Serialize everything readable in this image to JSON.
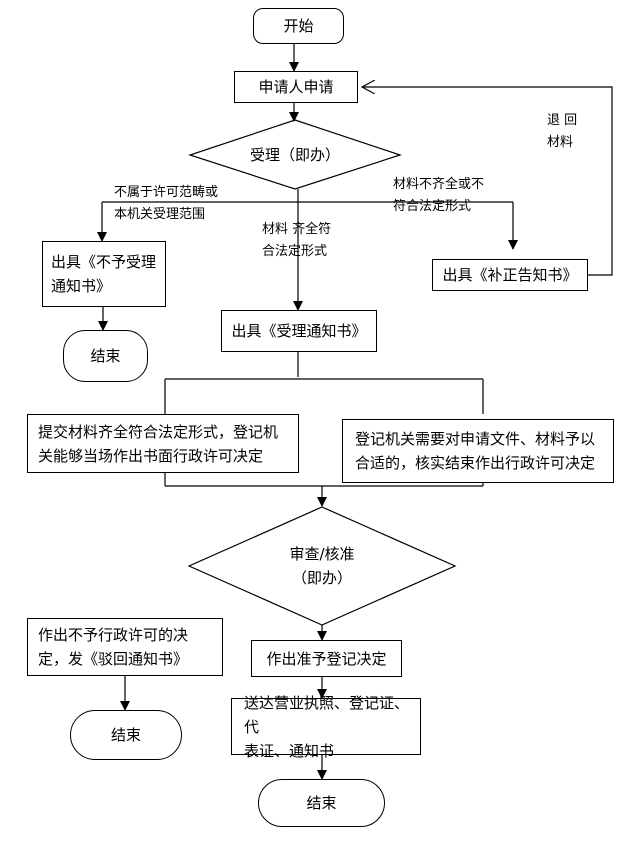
{
  "nodes": {
    "start": "开始",
    "apply": "申请人申请",
    "accept": "受理（即办）",
    "reject_notice": "出具《不予受理\n通知书》",
    "end1": "结束",
    "supplement": "出具《补正告知书》",
    "accept_notice": "出具《受理通知书》",
    "decide_on_site": "提交材料齐全符合法定形式，登记机\n关能够当场作出书面行政许可决定",
    "verify": "登记机关需要对申请文件、材料予以\n合适的，核实结束作出行政许可决定",
    "review": "审查/核准\n（即办）",
    "deny": "作出不予行政许可的决\n定，发《驳回通知书》",
    "end2": "结束",
    "approve": "作出准予登记决定",
    "deliver": "送达营业执照、登记证、代\n表证、通知书",
    "end3": "结束"
  },
  "labels": {
    "return": "退 回\n材料",
    "out_of_scope": "不属于许可范畴或\n本机关受理范围",
    "incomplete": "材料不齐全或不\n符合法定形式",
    "complete": "材料 齐全符\n合法定形式"
  }
}
